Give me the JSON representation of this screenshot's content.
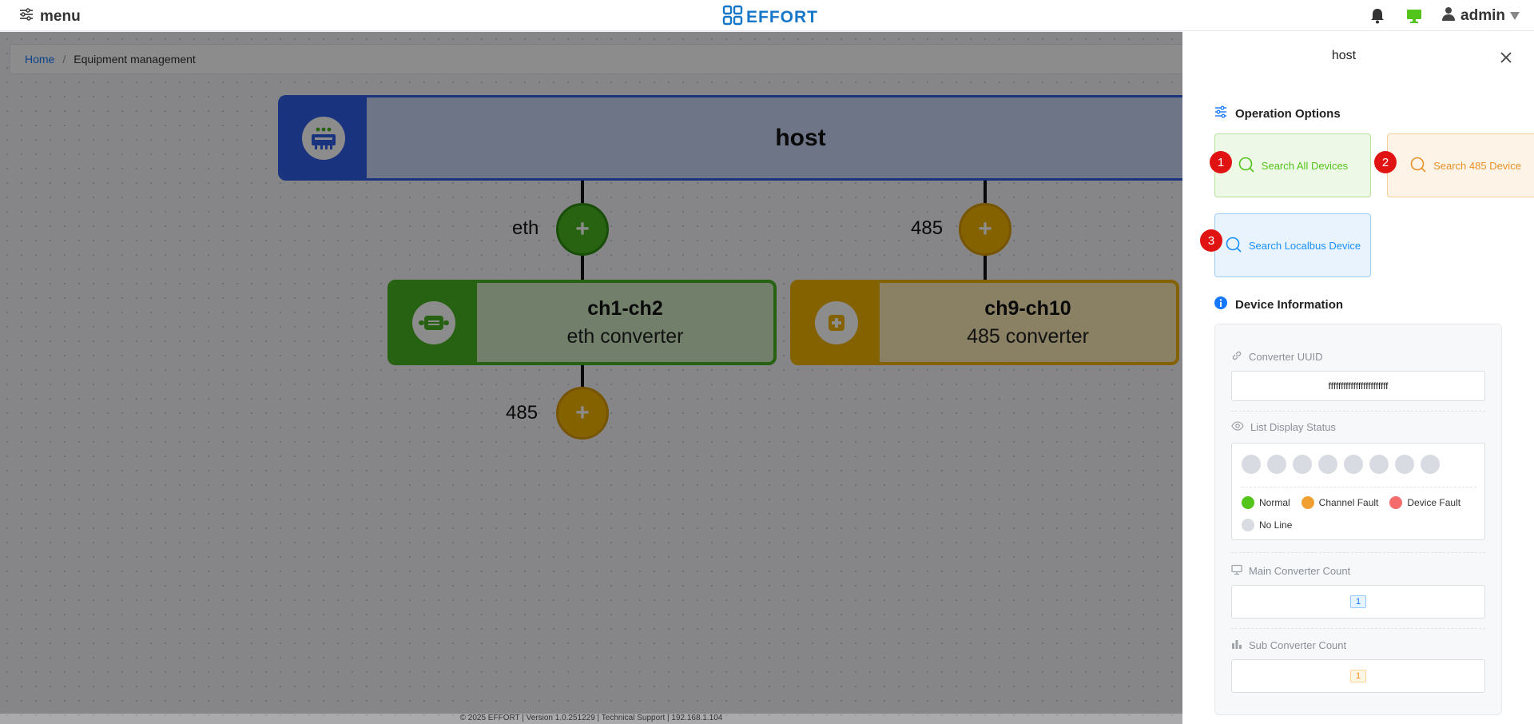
{
  "header": {
    "menu_label": "menu",
    "logo_text": "EFFORT",
    "user_name": "admin"
  },
  "breadcrumb": {
    "home": "Home",
    "separator": "/",
    "current": "Equipment management"
  },
  "canvas": {
    "host": {
      "title": "host",
      "icon": "router-icon",
      "color": "#2f5ee6"
    },
    "ports": {
      "eth": "eth",
      "p485_host": "485",
      "p485_sub": "485"
    },
    "nodes": [
      {
        "title": "ch1-ch2",
        "subtitle": "eth converter",
        "color": "#45b21f",
        "icon": "eth-converter-icon"
      },
      {
        "title": "ch9-ch10",
        "subtitle": "485 converter",
        "color": "#f2b300",
        "icon": "485-converter-icon"
      }
    ],
    "add_symbol": "+"
  },
  "footer": {
    "text": "© 2025 EFFORT    |    Version 1.0.251229    |    Technical Support    |    192.168.1.104"
  },
  "drawer": {
    "title": "host",
    "operation_title": "Operation Options",
    "buttons": [
      {
        "badge": "1",
        "label": "Search All Devices"
      },
      {
        "badge": "2",
        "label": "Search 485 Device"
      },
      {
        "badge": "3",
        "label": "Search Localbus Device"
      }
    ],
    "device_info_title": "Device Information",
    "uuid_label": "Converter UUID",
    "uuid_value": "ffffffffffffffffffffffff",
    "status_label": "List Display Status",
    "status_dot_count": 8,
    "legend": [
      {
        "label": "Normal",
        "color": "#52c41a"
      },
      {
        "label": "Channel Fault",
        "color": "#f0a030"
      },
      {
        "label": "Device Fault",
        "color": "#f56c6c"
      },
      {
        "label": "No Line",
        "color": "#d8dbe2"
      }
    ],
    "main_count_label": "Main Converter Count",
    "main_count_value": "1",
    "sub_count_label": "Sub Converter Count",
    "sub_count_value": "1"
  },
  "colors": {
    "accent": "#1677ff",
    "overlay": "rgba(0,0,0,0.45)"
  }
}
